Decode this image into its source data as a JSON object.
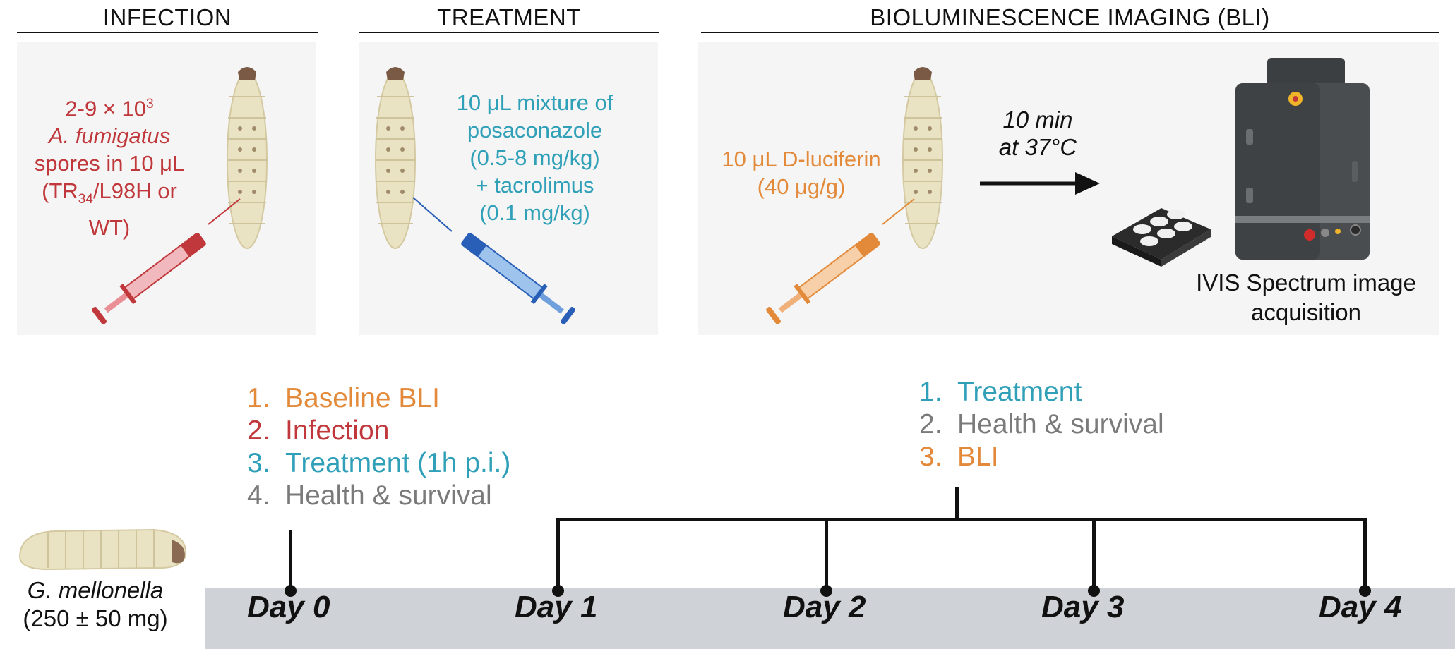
{
  "headers": {
    "infection": "INFECTION",
    "treatment": "TREATMENT",
    "bli": "BIOLUMINESCENCE IMAGING (BLI)"
  },
  "infection_panel": {
    "dose_base": "2-9 × 10",
    "dose_exp": "3",
    "species": "A. fumigatus",
    "line2": "spores in 10 μL",
    "strain_prefix": "(TR",
    "strain_sub": "34",
    "strain_suffix": "/L98H or",
    "line4": "WT)"
  },
  "treatment_panel": {
    "line1": "10 μL mixture of",
    "line2": "posaconazole",
    "line3": "(0.5-8 mg/kg)",
    "line4": "+ tacrolimus",
    "line5": "(0.1 mg/kg)"
  },
  "bli_panel": {
    "line1": "10 μL D-luciferin",
    "line2": "(40 μg/g)",
    "wait_line1": "10 min",
    "wait_line2": "at 37°C",
    "device_line1": "IVIS Spectrum image",
    "device_line2": "acquisition"
  },
  "day0_steps": [
    {
      "num": "1.",
      "label": "Baseline BLI"
    },
    {
      "num": "2.",
      "label": "Infection"
    },
    {
      "num": "3.",
      "label": "Treatment (1h p.i.)"
    },
    {
      "num": "4.",
      "label": "Health & survival"
    }
  ],
  "daily_steps": [
    {
      "num": "1.",
      "label": "Treatment"
    },
    {
      "num": "2.",
      "label": "Health & survival"
    },
    {
      "num": "3.",
      "label": "BLI"
    }
  ],
  "organism": {
    "name": "G. mellonella",
    "weight": "(250 ± 50 mg)"
  },
  "days": [
    "Day 0",
    "Day 1",
    "Day 2",
    "Day 3",
    "Day 4"
  ],
  "colors": {
    "infection": "#c0383b",
    "treatment": "#2fa0b8",
    "bli": "#e3893a",
    "survival": "#7a7a7a",
    "timeline": "#cfd2d6",
    "panel": "#f4f5f4"
  }
}
